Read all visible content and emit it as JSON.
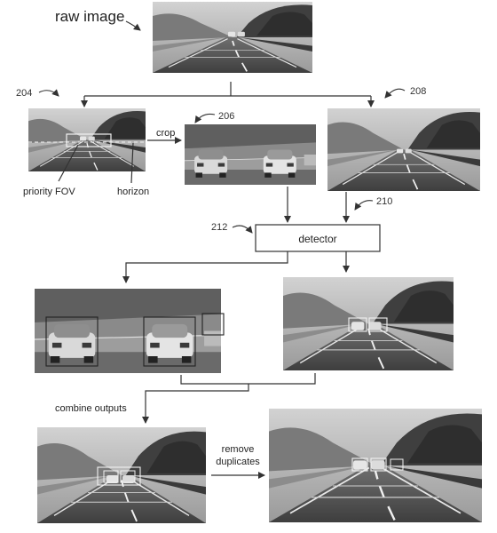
{
  "labels": {
    "raw_image": "raw image",
    "crop": "crop",
    "priority_fov": "priority FOV",
    "horizon": "horizon",
    "detector": "detector",
    "combine_outputs": "combine outputs",
    "remove_duplicates_line1": "remove",
    "remove_duplicates_line2": "duplicates"
  },
  "refs": {
    "r204": "204",
    "r206": "206",
    "r208": "208",
    "r210": "210",
    "r212": "212"
  },
  "colors": {
    "line": "#333333",
    "sky": "#b8b8b8",
    "trees": "#4a4a4a",
    "road": "#5a5a5a",
    "box": "#eeeeee"
  }
}
